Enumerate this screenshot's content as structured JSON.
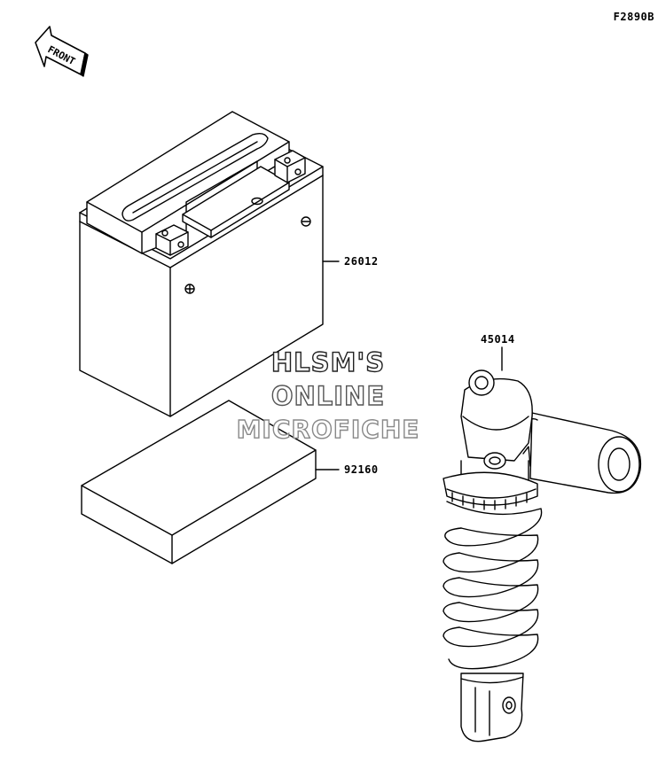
{
  "diagram": {
    "figure_code": "F2890B",
    "front_label": "FRONT",
    "parts": [
      {
        "number": "26012"
      },
      {
        "number": "92160"
      },
      {
        "number": "45014"
      }
    ]
  },
  "watermark": {
    "line1": "HLSM'S",
    "line2": "ONLINE",
    "line3": "MICROFICHE"
  }
}
